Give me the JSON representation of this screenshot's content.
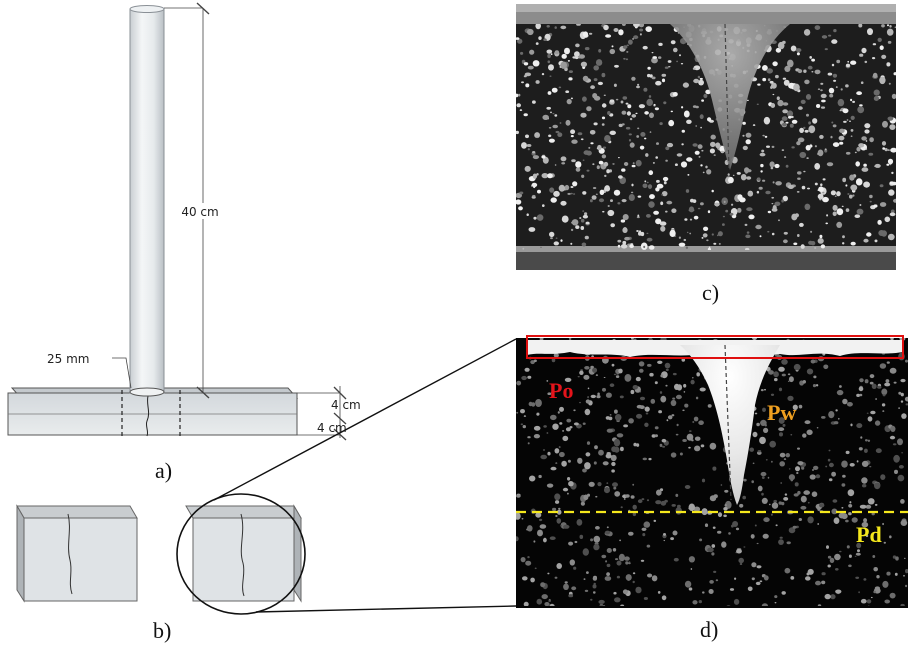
{
  "panels": {
    "a": {
      "caption": "a)"
    },
    "b": {
      "caption": "b)"
    },
    "c": {
      "caption": "c)"
    },
    "d": {
      "caption": "d)"
    }
  },
  "dimensions": {
    "tube_height": "40 cm",
    "tube_diameter": "25 mm",
    "layer_top": "4 cm",
    "layer_bottom": "4 cm"
  },
  "zones": {
    "po": {
      "text": "Po",
      "color": "#e5141b"
    },
    "pw": {
      "text": "Pw",
      "color": "#f0a020"
    },
    "pd": {
      "text": "Pd",
      "color": "#f5e81c"
    }
  },
  "colors": {
    "roi_box": "#e01010",
    "dashed_line": "#f5e81c",
    "specimen_fill": "#dfe3e6",
    "specimen_edge": "#555555"
  }
}
